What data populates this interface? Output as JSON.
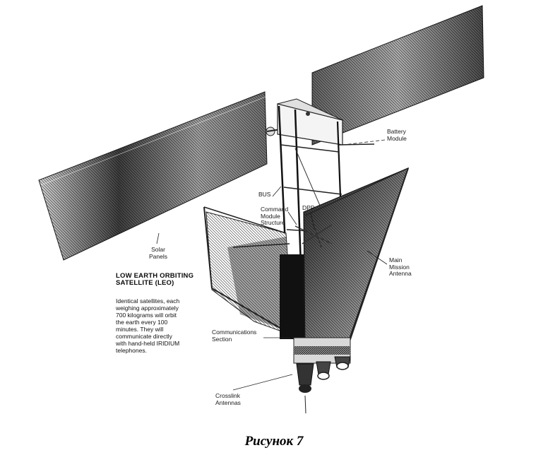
{
  "labels": {
    "battery_module": "Battery\nModule",
    "bus": "BUS",
    "command_module_structure": "Command\nModule\nStructure",
    "dpp": "DPP",
    "solar_panels": "Solar\nPanels",
    "main_mission_antenna": "Main\nMission\nAntenna",
    "communications_section": "Communications\nSection",
    "crosslink_antennas": "Crosslink\nAntennas"
  },
  "description": {
    "title": "LOW EARTH ORBITING SATELLITE (LEO)",
    "body": "Identical satellites, each\nweighing approximately\n700 kilograms will orbit\nthe earth every 100\nminutes. They will\ncommunicate directly\nwith hand-held IRIDIUM\ntelephones."
  },
  "caption": "Рисунок 7"
}
